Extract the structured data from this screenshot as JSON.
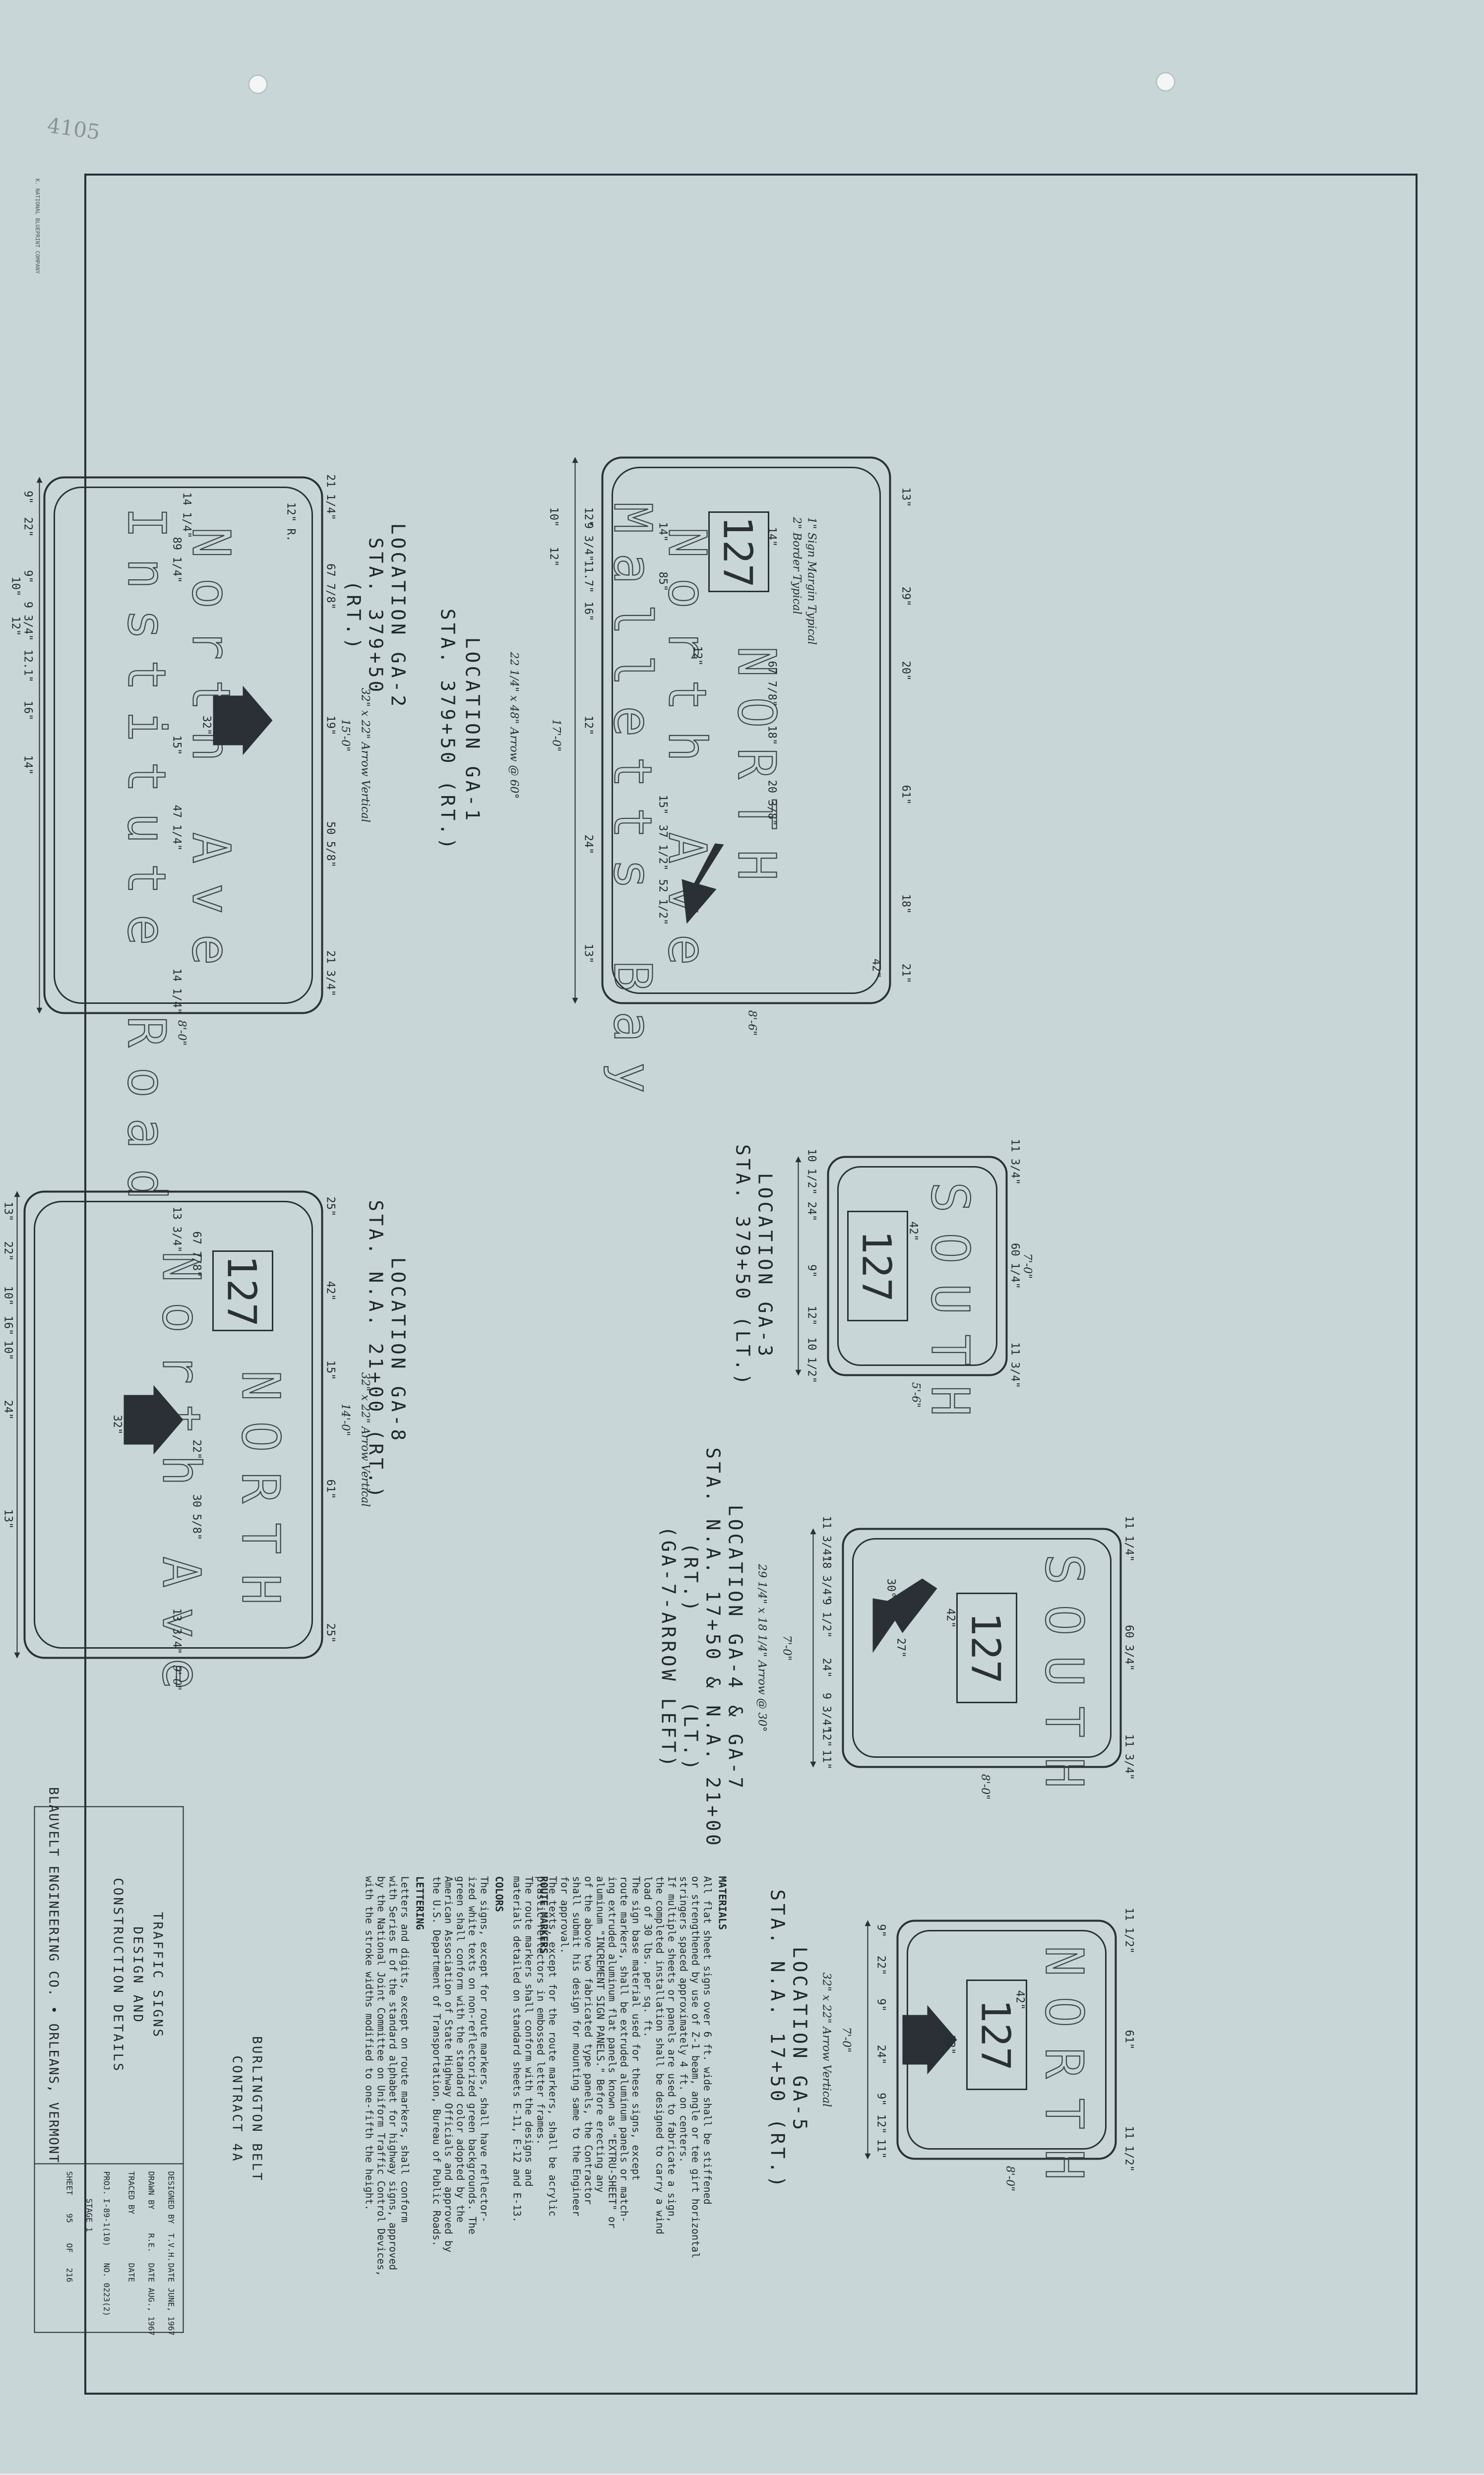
{
  "pencil_note": "4105",
  "margin_note": "K. NATIONAL BLUEPRINT COMPANY",
  "signs": {
    "ga1": {
      "loc": "LOCATION GA-1",
      "sta": "STA. 379+50 (RT.)",
      "shield": "127",
      "title": "NORTH",
      "ave": "North Ave",
      "line2": "Malletts Bay",
      "arrow": "22 1/4\" x 48\" Arrow @ 60°",
      "height": "17'-0\"",
      "width": "8'-6\"",
      "n1": "1\" Sign Margin Typical",
      "n2": "2\" Border Typical",
      "r1": "21\"",
      "r2": "42\"",
      "r3": "18\"",
      "r4": "61\"",
      "r5": "20\"",
      "r6": "29\"",
      "r7": "13\"",
      "l1": "14\"",
      "l2": "85\"",
      "l3": "14\"",
      "c1": "67 7/8\"",
      "c2": "18\"",
      "c3": "20 3/8\"",
      "c4": "15\"",
      "c5": "37 1/2\"",
      "c6": "52 1/2\"",
      "c7": "12\"",
      "b1": "12\"",
      "b2": "9 3/4\"",
      "b3": "11.7\"",
      "b4": "16\"",
      "b5": "12\"",
      "b6": "24\"",
      "b7": "13\"",
      "b8": "10\"",
      "b9": "12\""
    },
    "ga2": {
      "loc": "LOCATION GA-2",
      "sta": "STA. 379+50",
      "rt": "(RT.)",
      "ave": "North Ave",
      "line2": "Institute Road",
      "arrow": "32\" x 22\" Arrow Vertical",
      "height": "15'-0\"",
      "width": "8'-0\"",
      "radius": "12\" R.",
      "arrowDim": "32\"",
      "r1": "21 1/4\"",
      "r2": "67 7/8\"",
      "r3": "19\"",
      "r4": "50 5/8\"",
      "r5": "21 3/4\"",
      "l1": "14 1/4\"",
      "l2": "89 1/4\"",
      "l3": "15\"",
      "l4": "47 1/4\"",
      "l5": "14 1/4\"",
      "b1": "9\"",
      "b2": "22\"",
      "b3": "9\"",
      "b4": "9 3/4\"",
      "b5": "12.1\"",
      "b6": "16\"",
      "b7": "14\"",
      "b8": "10\"",
      "b9": "12\""
    },
    "ga3": {
      "loc": "LOCATION GA-3",
      "sta": "STA. 379+50 (LT.)",
      "title": "SOUTH",
      "shield": "127",
      "height": "7'-0\"",
      "width": "5'-6\"",
      "r1": "11 3/4\"",
      "r2": "60 1/4\"",
      "r3": "11 3/4\"",
      "s": "42\"",
      "b1": "10 1/2\"",
      "b2": "24\"",
      "b3": "9\"",
      "b4": "12\"",
      "b5": "10 1/2\""
    },
    "ga4": {
      "loc": "LOCATION GA-4 & GA-7",
      "sta": "STA. N.A. 17+50 & N.A. 21+00",
      "rt": "(RT.)",
      "lt": "(LT.)",
      "note": "(GA-7-ARROW LEFT)",
      "title": "SOUTH",
      "shield": "127",
      "arrow": "29 1/4\" x 18 1/4\" Arrow @ 30°",
      "height": "7'-0\"",
      "width": "8'-0\"",
      "ang": "30°",
      "a2": "27\"",
      "s": "42\"",
      "r1": "11 1/4\"",
      "r2": "60 3/4\"",
      "r3": "11 3/4\"",
      "b1": "11 3/4\"",
      "b2": "18 3/4\"",
      "b3": "9 1/2\"",
      "b4": "24\"",
      "b5": "9 3/4\"",
      "b6": "12\"",
      "b7": "11\""
    },
    "ga5": {
      "loc": "LOCATION GA-5",
      "sta": "STA. N.A. 17+50 (RT.)",
      "title": "NORTH",
      "shield": "127",
      "arrow": "32\" x 22\" Arrow Vertical",
      "height": "7'-0\"",
      "width": "8'-0\"",
      "r1": "11 1/2\"",
      "r2": "61\"",
      "r3": "11 1/2\"",
      "s": "42\"",
      "a": "32\"",
      "b1": "9\"",
      "b2": "22\"",
      "b3": "9\"",
      "b4": "24\"",
      "b5": "9\"",
      "b6": "12\"",
      "b7": "11\""
    },
    "ga8": {
      "loc": "LOCATION GA-8",
      "sta": "STA. N.A. 21+00 (RT.)",
      "shield": "127",
      "title": "NORTH",
      "ave": "North Ave",
      "arrow": "32\" x 22\" Arrow Vertical",
      "height": "14'-0\"",
      "width": "9'-0\"",
      "r1": "25\"",
      "r2": "42\"",
      "r3": "15\"",
      "r4": "61\"",
      "r5": "25\"",
      "l1": "13 3/4\"",
      "l2": "67 7/8\"",
      "l3": "22\"",
      "l4": "30 5/8\"",
      "l5": "13 3/4\"",
      "a": "32\"",
      "b1": "13\"",
      "b2": "22\"",
      "b3": "10\"",
      "b4": "16\"",
      "b5": "10\"",
      "b6": "24\"",
      "b7": "13\""
    }
  },
  "notes": {
    "h1": "MATERIALS",
    "p1": [
      "All flat sheet signs over 6 ft. wide shall be stiffened",
      "or strengthened by use of Z-1 beam, angle or tee girt horizontal",
      "stringers spaced approximately 4 ft. on centers.",
      "If multiple sheets or panels are used to fabricate a sign,",
      "the completed installation shall be designed to carry a wind",
      "load of 30 lbs. per sq. ft.",
      "The sign base material used for these signs, except",
      "route markers, shall be extruded aluminum panels or match-",
      "ing extruded aluminum flat panels known as \"EXTRU-SHEET\" or",
      "aluminum \"INCREMENT SIGN PANELS.\" Before erecting any",
      "of the above two fabricated type panels, the Contractor",
      "shall submit his design for mounting same to the Engineer",
      "for approval.",
      "The texts, except for the route markers, shall be acrylic",
      "plastic reflectors in embossed letter frames."
    ],
    "h2": "ROUTE MARKERS",
    "p2": [
      "The route markers shall conform with the designs and",
      "materials detailed on standard sheets E-11, E-12 and E-13."
    ],
    "h3": "COLORS",
    "p3": [
      "The signs, except for route markers, shall have reflector-",
      "ized white texts on non-reflectorized green backgrounds. The",
      "green shall conform with the standard color adopted by the",
      "American Association of State Highway Officials and approved by",
      "the U.S. Department of Transportation, Bureau of Public Roads."
    ],
    "h4": "LETTERING",
    "p4": [
      "Letters and digits, except on route markers, shall conform",
      "with Series E of the standard alphabet for highway signs, approved",
      "by the National Joint Committee on Uniform Traffic Control Devices,",
      "with the stroke widths modified to one-fifth the height."
    ]
  },
  "title_block": {
    "project": "BURLINGTON BELT",
    "contract": "CONTRACT 4A",
    "t1": "TRAFFIC SIGNS",
    "t2": "DESIGN AND",
    "t3": "CONSTRUCTION DETAILS",
    "firm": "BLAUVELT ENGINEERING CO.  •  ORLEANS, VERMONT",
    "designed_by_label": "DESIGNED BY",
    "designed_by": "T.V.H.",
    "date_label": "DATE",
    "designed_date": "JUNE, 1967",
    "drawn_by_label": "DRAWN BY",
    "drawn_by": "R.E.",
    "drawn_date": "AUG., 1967",
    "traced_by_label": "TRACED BY",
    "proj_label": "PROJ.",
    "proj": "I-89-1(10)",
    "stage": "STAGE 1",
    "no_label": "NO.",
    "no": "0223(2)",
    "sheet_label": "SHEET",
    "sheet": "95",
    "of_label": "OF",
    "of": "216"
  }
}
